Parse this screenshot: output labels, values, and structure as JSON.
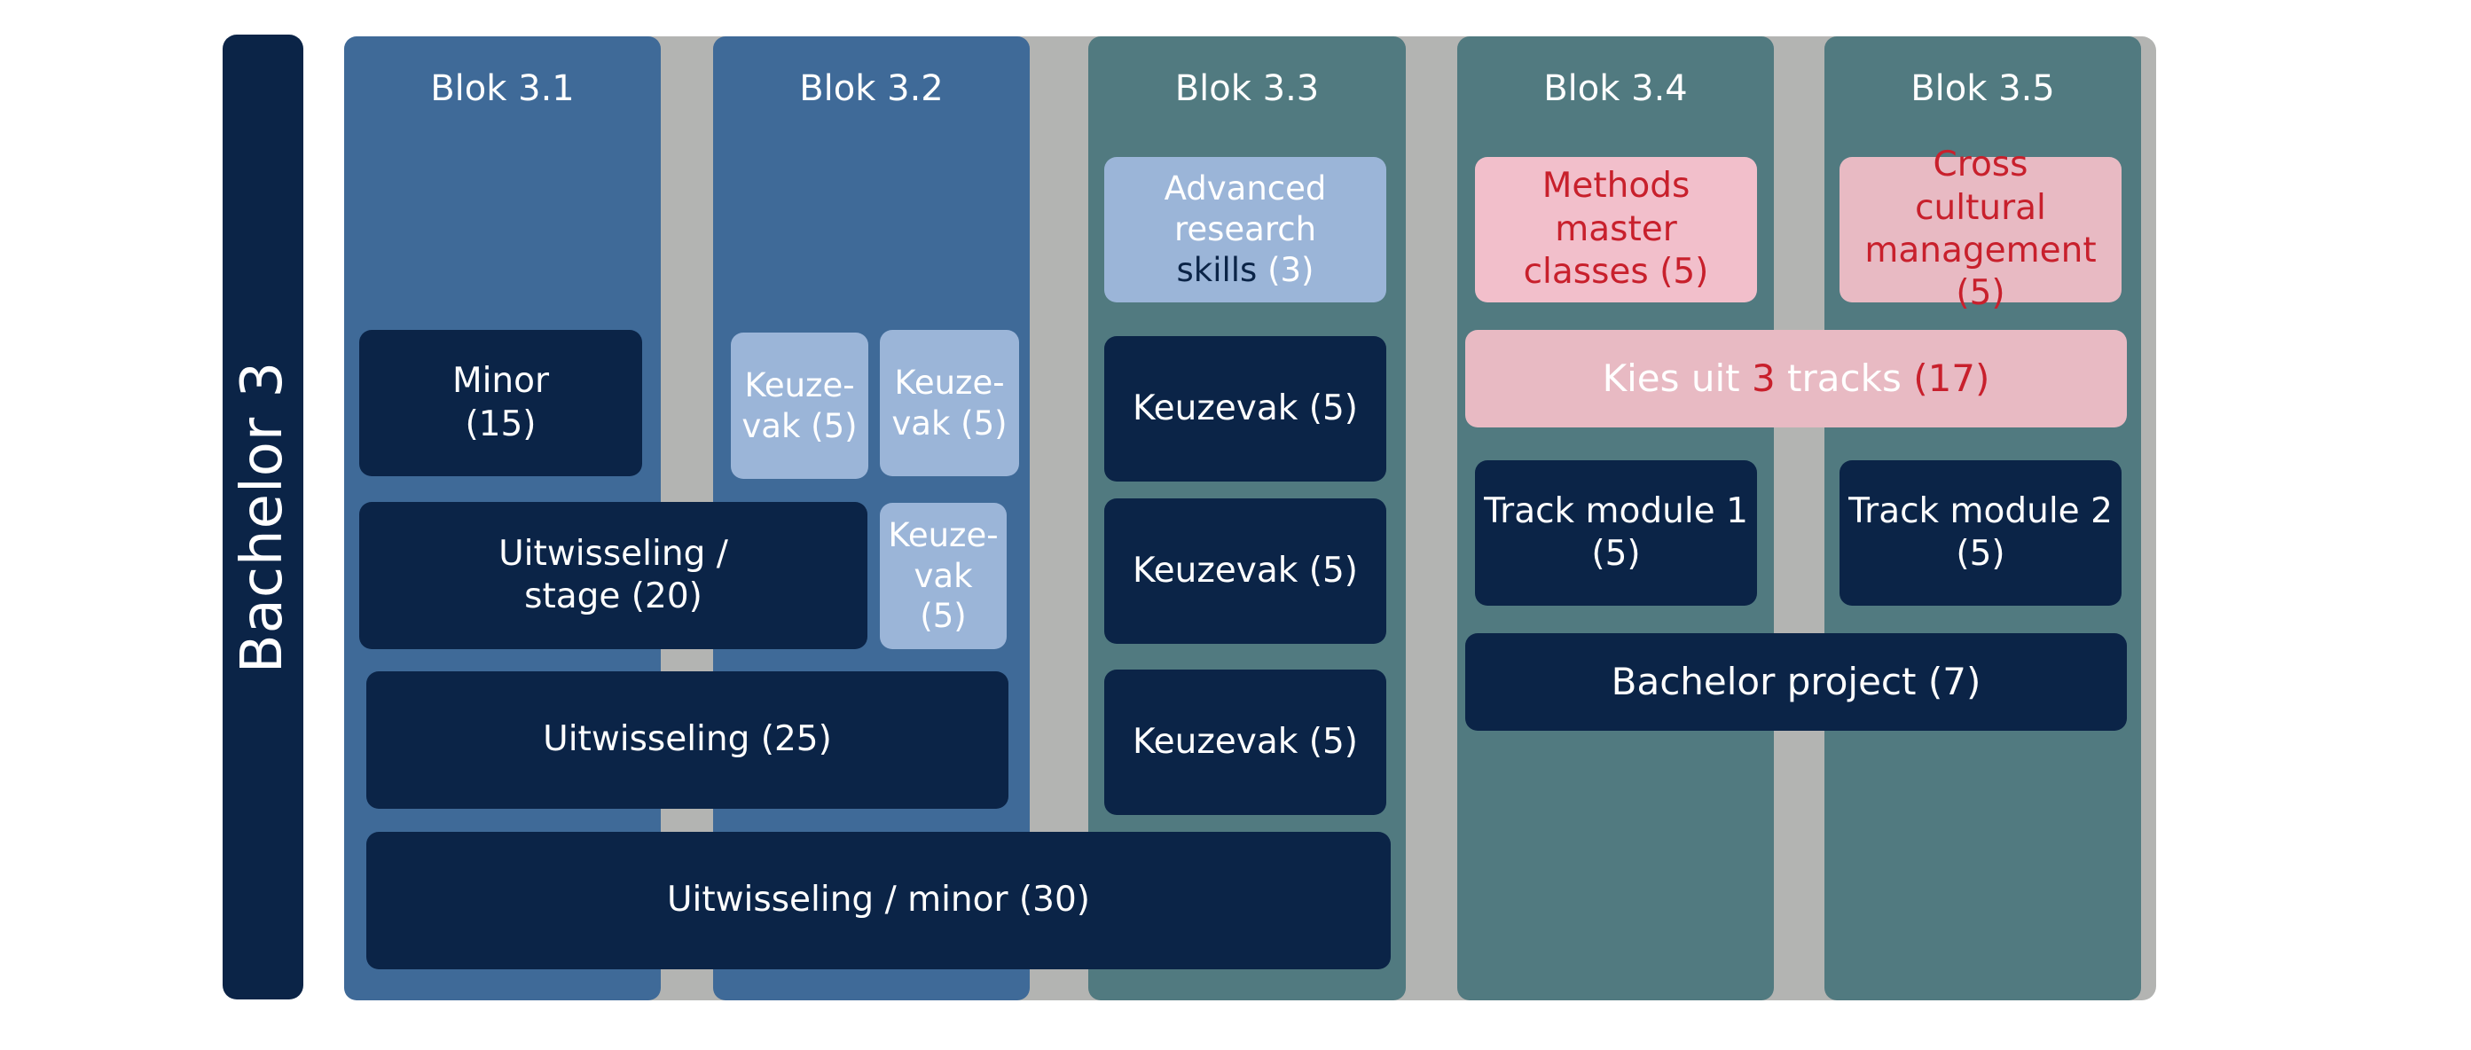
{
  "sidebar": {
    "label": "Bachelor 3"
  },
  "columns": [
    {
      "title": "Blok 3.1"
    },
    {
      "title": "Blok 3.2"
    },
    {
      "title": "Blok 3.3"
    },
    {
      "title": "Blok 3.4"
    },
    {
      "title": "Blok 3.5"
    }
  ],
  "boxes": {
    "minor": {
      "line1": "Minor",
      "line2": "(15)"
    },
    "keuzevak_32a": {
      "line1": "Keuze-",
      "line2": "vak (5)"
    },
    "keuzevak_32b": {
      "line1": "Keuze-",
      "line2": "vak (5)"
    },
    "keuzevak_32c": {
      "line1": "Keuze-",
      "line2": "vak (5)"
    },
    "uitwisseling_stage": {
      "line1": "Uitwisseling /",
      "line2": "stage (20)"
    },
    "uitwisseling_25": {
      "label": "Uitwisseling (25)"
    },
    "uitwisseling_minor": {
      "label": "Uitwisseling / minor (30)"
    },
    "advanced_research": {
      "line1": "Advanced",
      "line2": "research",
      "line3_main": "skills",
      "line3_credits": "(3)"
    },
    "keuzevak_33a": {
      "label": "Keuzevak (5)"
    },
    "keuzevak_33b": {
      "label": "Keuzevak (5)"
    },
    "keuzevak_33c": {
      "label": "Keuzevak (5)"
    },
    "methods_master": {
      "line1": "Methods master",
      "line2": "classes (5)"
    },
    "cross_cultural": {
      "line1": "Cross",
      "line2": "cultural",
      "line3": "management (5)"
    },
    "kies_tracks": {
      "part1": "Kies uit ",
      "number": "3",
      "part2": " tracks ",
      "credits": "(17)"
    },
    "track_module_1": {
      "line1": "Track module 1",
      "line2": "(5)"
    },
    "track_module_2": {
      "line1": "Track module 2",
      "line2": "(5)"
    },
    "bachelor_project": {
      "label": "Bachelor project (7)"
    }
  },
  "colors": {
    "navy": "#0b2447",
    "blue_column": "#3f6a98",
    "teal_column": "#517a80",
    "light_blue": "#9bb5d8",
    "pink": "#f2bfcb",
    "red_text": "#c8202c",
    "gray_band": "#b3b4b2"
  }
}
